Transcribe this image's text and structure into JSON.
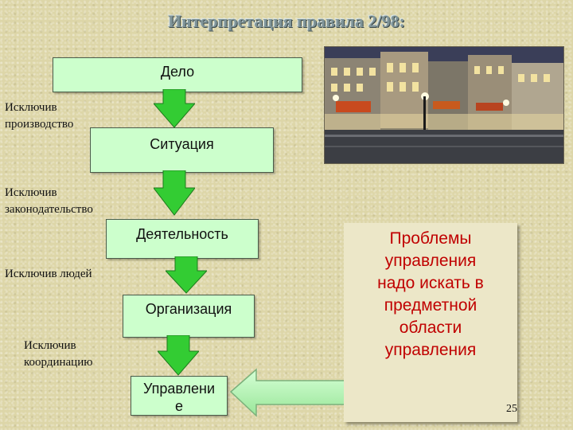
{
  "title": "Интерпретация правила 2/98:",
  "flow": {
    "box1": "Дело",
    "box2": "Ситуация",
    "box3": "Деятельность",
    "box4": "Организация",
    "box5": "Управлени е"
  },
  "labels": {
    "l1": "Исключив производство",
    "l2": "Исключив законодательство",
    "l3": "Исключив людей",
    "l4": "Исключив координацию"
  },
  "callout": {
    "line1": "Проблемы",
    "line2": "управления",
    "line3": "надо искать в",
    "line4": "предметной",
    "line5": "области",
    "line6": "управления"
  },
  "page_number": "25",
  "colors": {
    "box_fill": "#ccffcc",
    "arrow_fill": "#33cc33",
    "callout_text": "#c00000",
    "background": "#ddd6a8"
  },
  "image": {
    "icon": "night-city-street-photo"
  }
}
